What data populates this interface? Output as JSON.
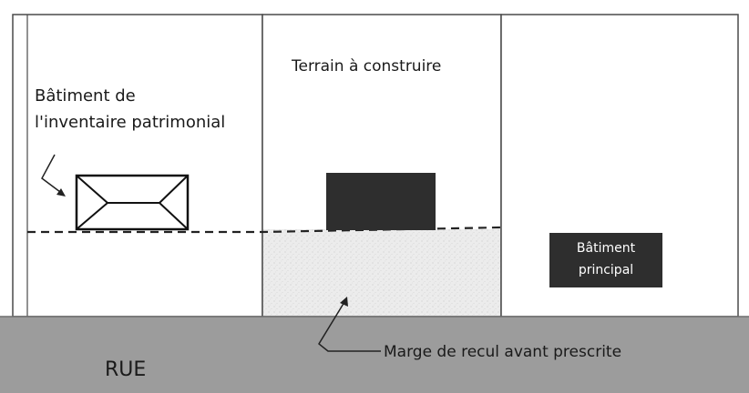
{
  "labels": {
    "heritage_building": [
      "Bâtiment de",
      "l'inventaire patrimonial"
    ],
    "lot_to_build": "Terrain à construire",
    "main_building": [
      "Bâtiment",
      "principal"
    ],
    "setback": "Marge de recul avant prescrite",
    "street": "RUE"
  },
  "colors": {
    "street_fill": "#9c9c9c",
    "lot_border": "#4a4a4a",
    "building_dark": "#2e2e2e",
    "setback_fill": "#e8e8e8",
    "background": "#ffffff"
  },
  "icons": {
    "heritage_building": "hip-roof-building-icon"
  }
}
